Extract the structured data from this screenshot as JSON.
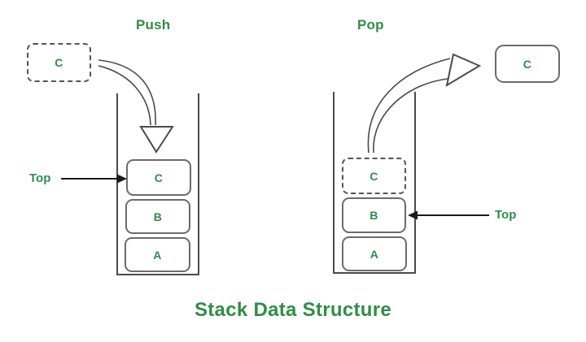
{
  "title": "Stack Data Structure",
  "colors": {
    "accent_green": "#2f8d46",
    "box_border": "#6b6b6b",
    "stack_wall": "#4a4a4a",
    "arrow": "#1a1a1a"
  },
  "push_section": {
    "label": "Push",
    "incoming_item": "C",
    "top_label": "Top",
    "stack_items": [
      "C",
      "B",
      "A"
    ]
  },
  "pop_section": {
    "label": "Pop",
    "popped_item": "C",
    "top_label": "Top",
    "stack_items": [
      "C",
      "B",
      "A"
    ]
  }
}
